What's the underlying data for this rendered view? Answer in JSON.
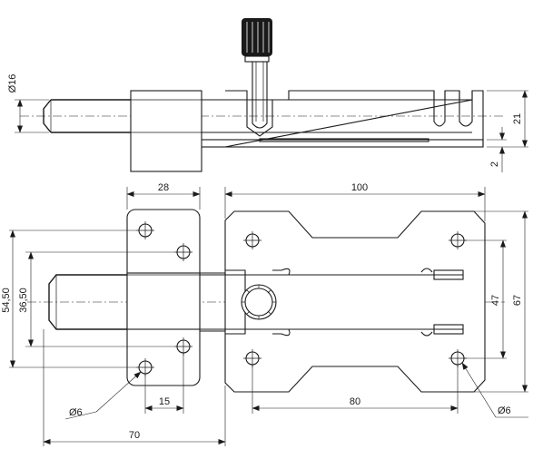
{
  "dimensions": {
    "d16": "Ø16",
    "h21": "21",
    "h2": "2",
    "w28": "28",
    "w100": "100",
    "v54": "54,50",
    "v36": "36,50",
    "v47": "47",
    "v67": "67",
    "w15": "15",
    "w80": "80",
    "w70": "70",
    "d6a": "Ø6",
    "d6b": "Ø6"
  }
}
